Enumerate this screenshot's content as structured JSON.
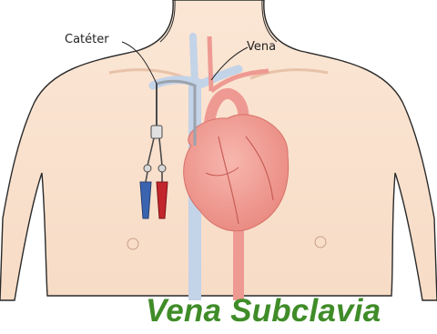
{
  "labels": {
    "catheter": "Catéter",
    "vein": "Vena"
  },
  "caption": "Vena Subclavia",
  "colors": {
    "skin": "#fbe3d0",
    "outline": "#2a2a2a",
    "vein": "#c3d3e8",
    "artery": "#ee9a92",
    "heart": "#f2a49c",
    "caption": "#3f8c28",
    "lumen_blue": "#3a64b0",
    "lumen_red": "#c2262c"
  }
}
